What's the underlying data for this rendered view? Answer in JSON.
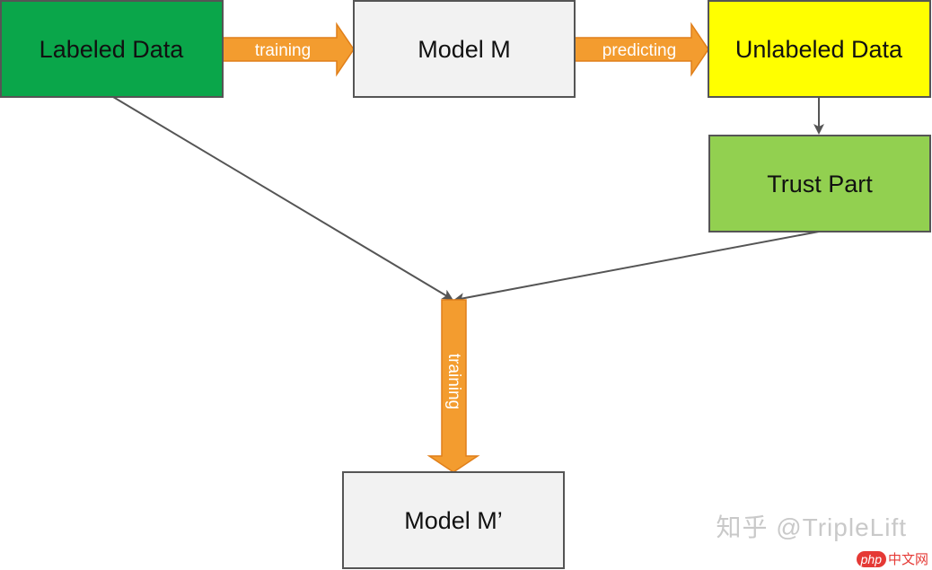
{
  "nodes": {
    "labeled_data": "Labeled Data",
    "model_m": "Model M",
    "unlabeled_data": "Unlabeled Data",
    "trust_part": "Trust Part",
    "model_m_prime": "Model M’"
  },
  "edges": {
    "training_top": "training",
    "predicting": "predicting",
    "training_vertical": "training"
  },
  "colors": {
    "labeled_data_fill": "#0aa64a",
    "model_fill": "#f2f2f2",
    "unlabeled_fill": "#ffff00",
    "trust_fill": "#92d050",
    "border": "#555555",
    "arrow_fill": "#f39c2f",
    "connector": "#555555"
  },
  "watermarks": {
    "zhihu": "知乎 @TripleLift",
    "php_logo": "php",
    "php_text": "中文网"
  }
}
